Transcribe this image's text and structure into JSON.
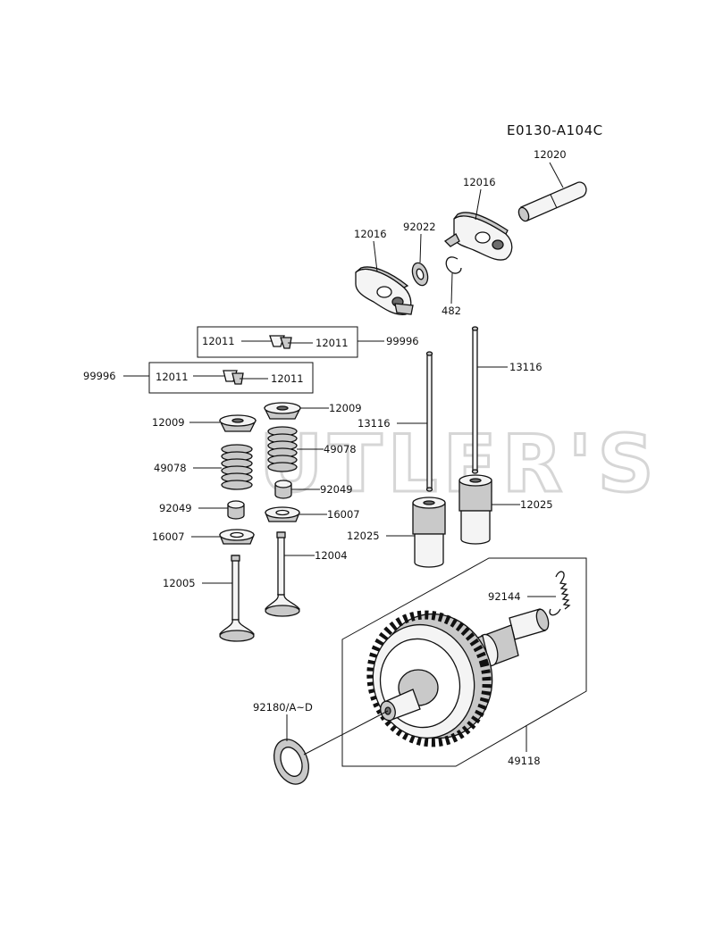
{
  "diagram_code": "E0130-A104C",
  "watermark": "UTLER'S",
  "parts": {
    "rocker_shaft": "12020",
    "rocker_arm_right": "12016",
    "rocker_arm_left": "12016",
    "washer": "92022",
    "circlip": "482",
    "retainer_kit_upper": "99996",
    "retainer_kit_lower": "99996",
    "collet_upper_a": "12011",
    "collet_upper_b": "12011",
    "collet_lower_a": "12011",
    "collet_lower_b": "12011",
    "spring_retainer_left": "12009",
    "spring_retainer_right": "12009",
    "valve_spring_left": "49078",
    "valve_spring_right": "49078",
    "stem_seal_left": "92049",
    "stem_seal_right": "92049",
    "spring_seat_left": "16007",
    "spring_seat_right": "16007",
    "exhaust_valve": "12005",
    "intake_valve": "12004",
    "push_rod_left": "13116",
    "push_rod_right": "13116",
    "tappet_left": "12025",
    "tappet_right": "12025",
    "governor_spring": "92144",
    "camshaft_shim": "92180/A~D",
    "camshaft_assy": "49118"
  }
}
